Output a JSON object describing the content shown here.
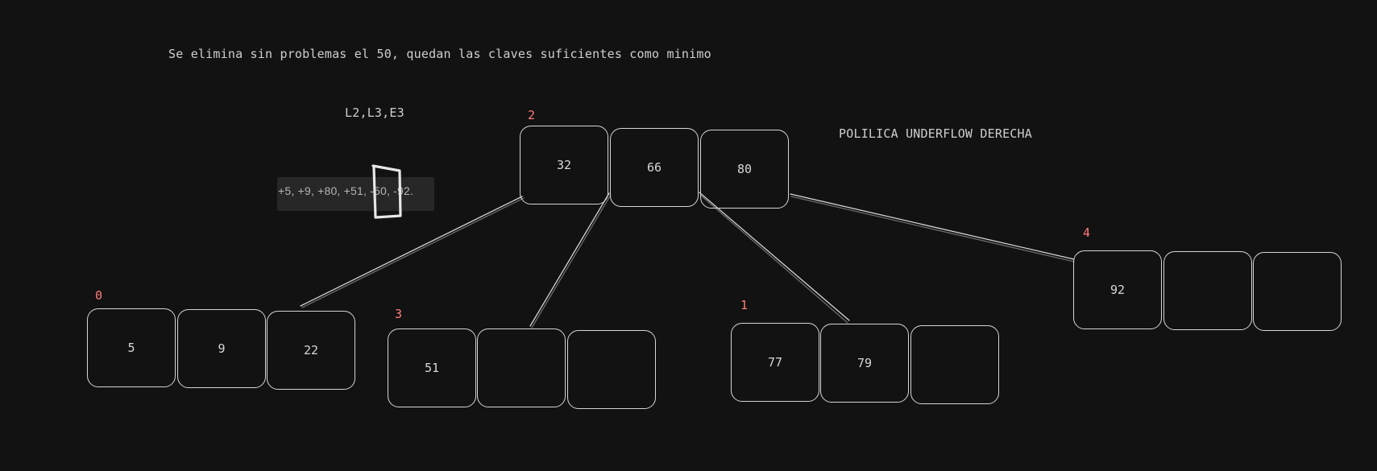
{
  "notes": {
    "description": "Se elimina sin problemas el 50, quedan las claves suficientes como minimo",
    "read_write_log": "L2,L3,E3",
    "policy": "POLILICA UNDERFLOW DERECHA"
  },
  "operations": "+5, +9, +80, +51, -50, -92.",
  "tree": {
    "root": {
      "index": "2",
      "keys": [
        "32",
        "66",
        "80"
      ]
    },
    "children": [
      {
        "index": "0",
        "keys": [
          "5",
          "9",
          "22"
        ]
      },
      {
        "index": "3",
        "keys": [
          "51",
          "",
          ""
        ]
      },
      {
        "index": "1",
        "keys": [
          "77",
          "79",
          ""
        ]
      },
      {
        "index": "4",
        "keys": [
          "92",
          "",
          ""
        ]
      }
    ]
  },
  "colors": {
    "background": "#121212",
    "stroke": "#d6d6d6",
    "index": "#ff7b7b",
    "text": "#cfcfcf"
  }
}
